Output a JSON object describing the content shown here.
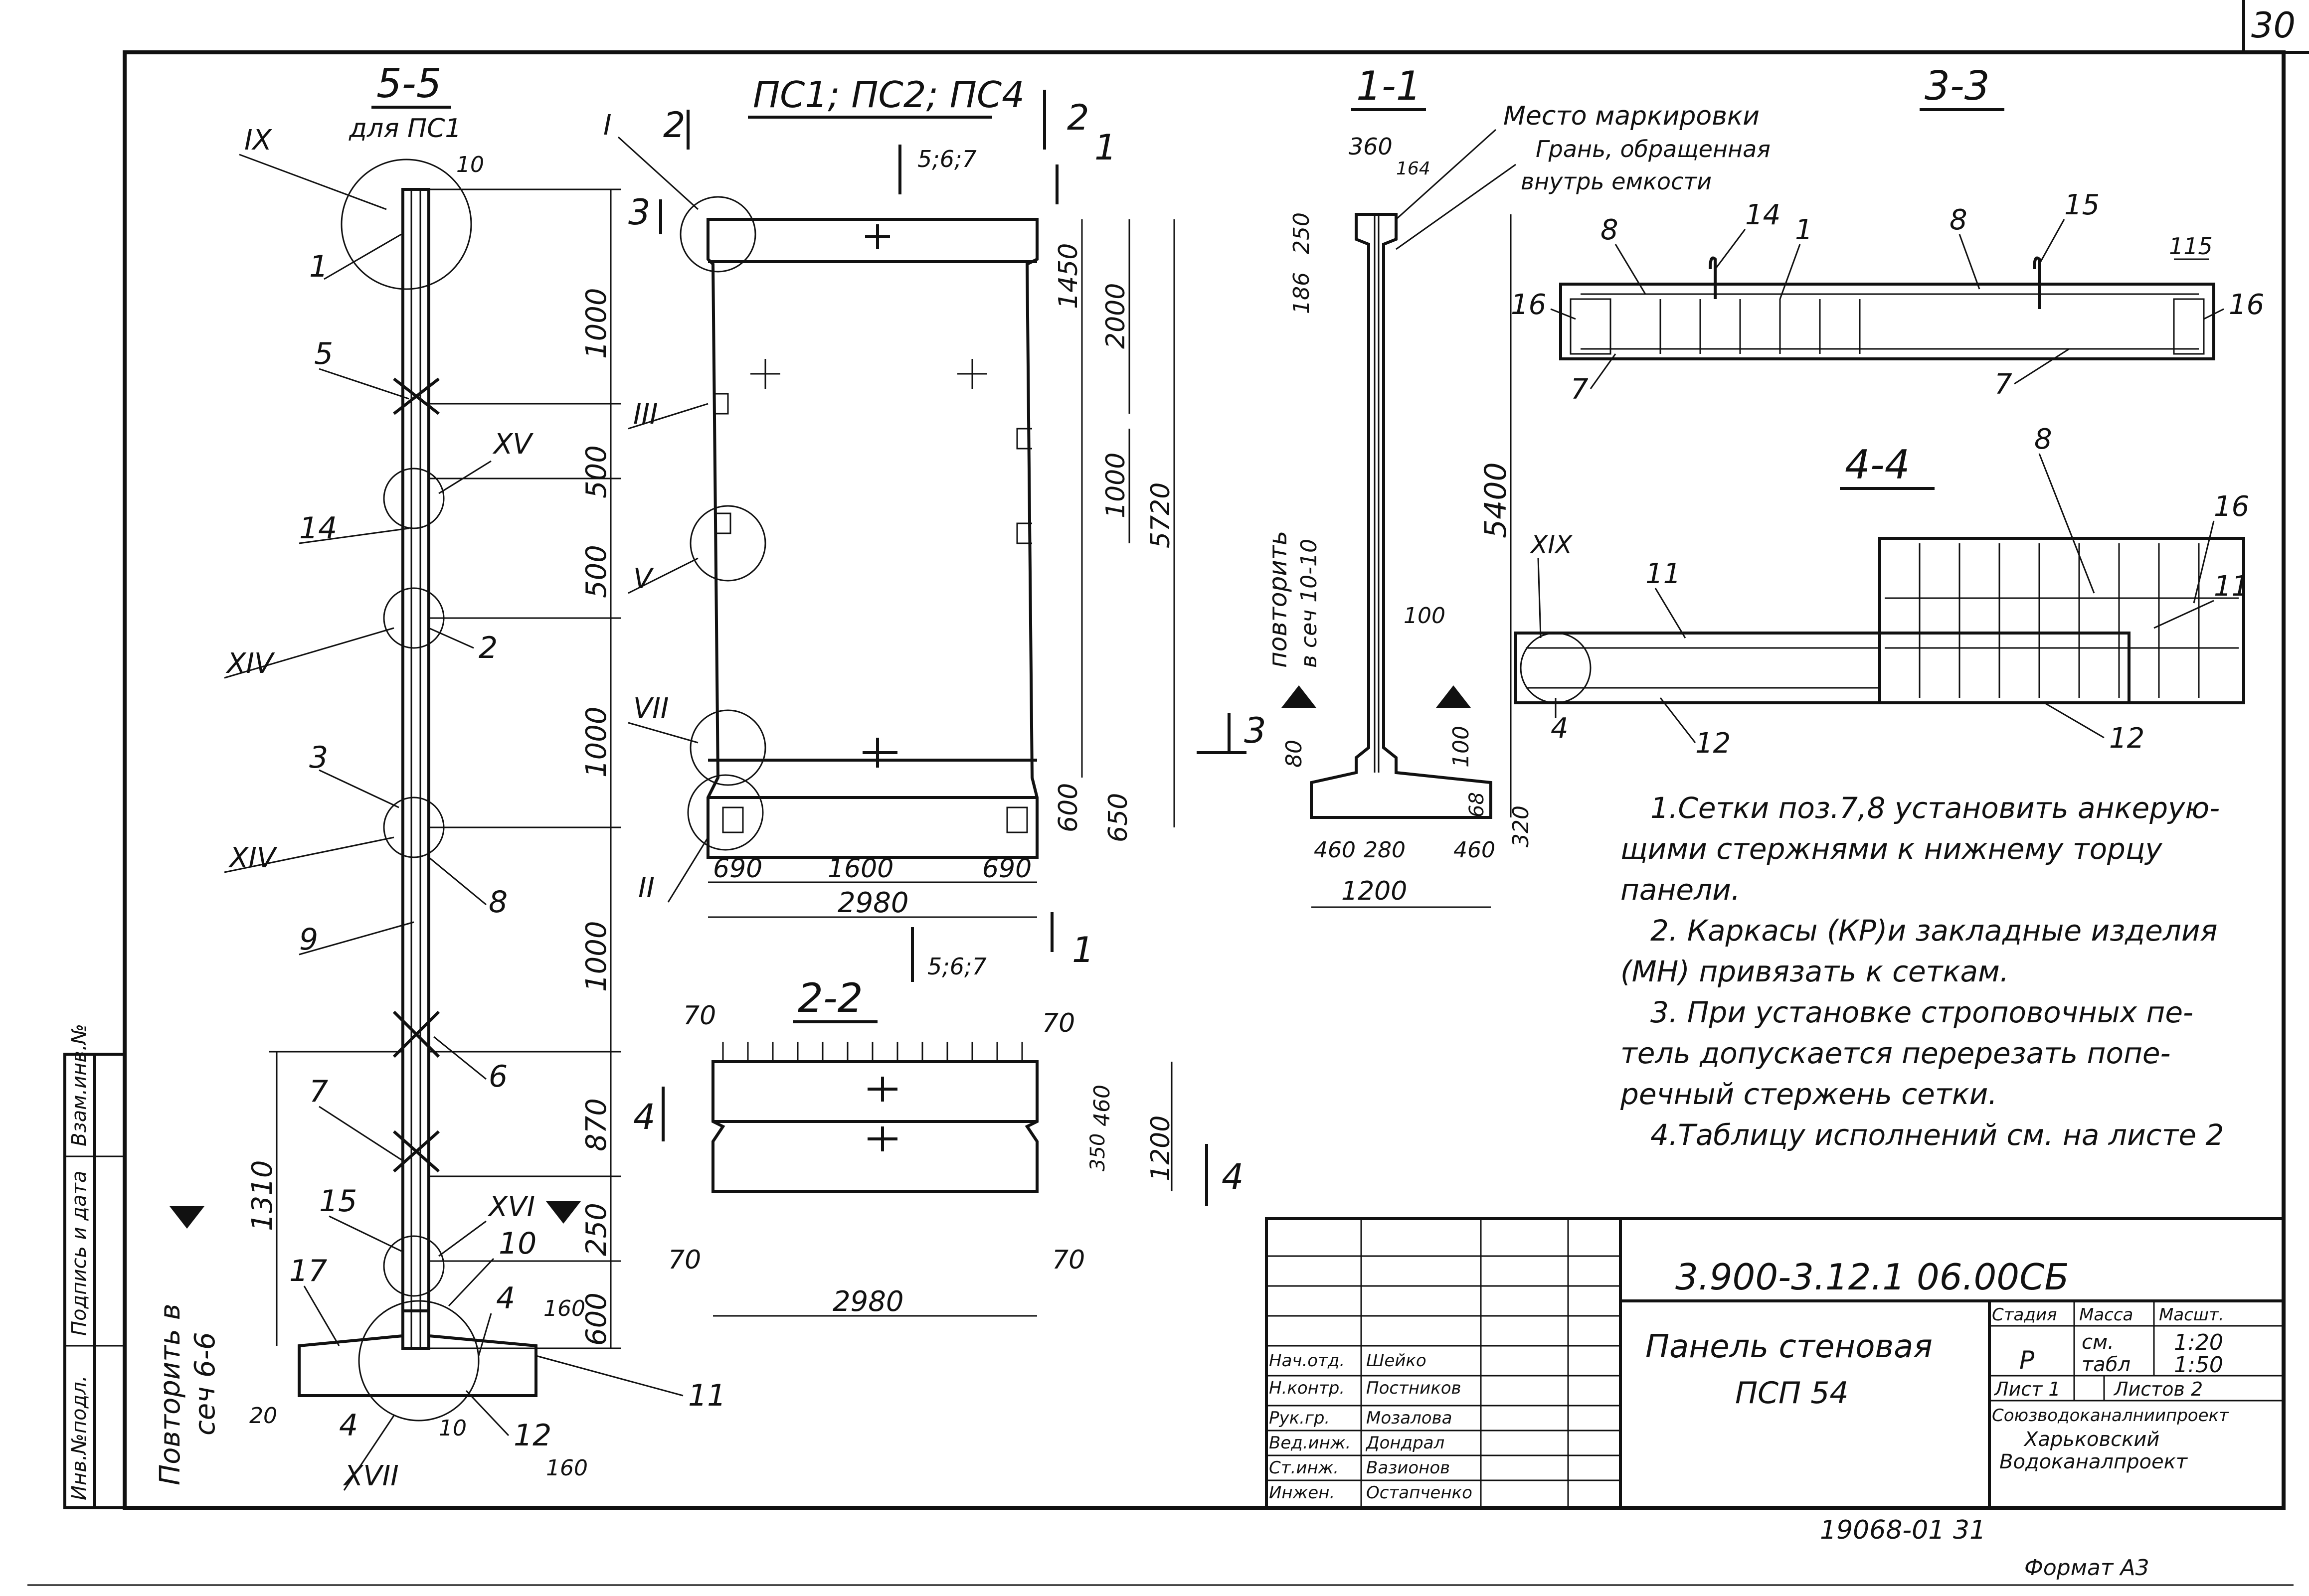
{
  "sheet": {
    "page_number": "30",
    "bottom_number": "19068-01  31",
    "format": "Формат А3"
  },
  "sections": {
    "s55": {
      "title": "5-5",
      "subtitle": "для ПС1"
    },
    "s_pc": {
      "title": "ПС1; ПС2; ПС4"
    },
    "s11": {
      "title": "1-1"
    },
    "s33": {
      "title": "3-3"
    },
    "s22": {
      "title": "2-2"
    },
    "s44": {
      "title": "4-4"
    }
  },
  "labels": {
    "place_marking": "Место маркировки",
    "face_1": "Грань, обращенная",
    "face_2": "внутрь емкости",
    "repeat_1010_a": "повторить",
    "repeat_1010_b": "в сеч 10-10",
    "repeat_66_a": "Повторить в",
    "repeat_66_b": "сеч 6-6",
    "cut_567a": "5;6;7",
    "cut_567b": "5;6;7"
  },
  "dims_55": [
    "1000",
    "500",
    "500",
    "1000",
    "1000",
    "870",
    "250",
    "600",
    "1310",
    "10",
    "160",
    "160",
    "20",
    "10"
  ],
  "dims_pc": [
    "1450",
    "2000",
    "1000",
    "5720",
    "600",
    "650",
    "690",
    "1600",
    "690",
    "2980"
  ],
  "dims_11": [
    "360",
    "164",
    "250",
    "186",
    "5400",
    "100",
    "80",
    "100",
    "68",
    "320",
    "460",
    "280",
    "460",
    "1200"
  ],
  "dims_22": [
    "70",
    "70",
    "70",
    "70",
    "460",
    "350",
    "1200",
    "2980"
  ],
  "dims_33": [
    "115"
  ],
  "roman": [
    "IX",
    "XV",
    "XIV",
    "XIV",
    "XVI",
    "XVII",
    "I",
    "III",
    "V",
    "VII",
    "II",
    "XIX"
  ],
  "positions": [
    "1",
    "5",
    "14",
    "2",
    "3",
    "8",
    "9",
    "7",
    "6",
    "15",
    "17",
    "10",
    "4",
    "11",
    "12",
    "4",
    "8",
    "14",
    "8",
    "15",
    "16",
    "16",
    "7",
    "7",
    "1",
    "8",
    "16",
    "11",
    "11",
    "12",
    "12",
    "4"
  ],
  "cut_marks": [
    "2",
    "2",
    "1",
    "1",
    "3",
    "3",
    "4",
    "4"
  ],
  "notes": [
    "1.Сетки поз.7,8 установить анкерую-",
    "щими стержнями к нижнему торцу",
    "панели.",
    "2. Каркасы (КР)и закладные изделия",
    "(МН) привязать к сеткам.",
    "3. При установке строповочных пе-",
    "тель допускается перерезать попе-",
    "речный стержень сетки.",
    "4.Таблицу исполнений см. на листе 2"
  ],
  "title_block": {
    "doc_code": "3.900-3.12.1  06.00СБ",
    "name_1": "Панель стеновая",
    "name_2": "ПСП 54",
    "stage_header": "Стадия",
    "mass_header": "Масса",
    "scale_header": "Масшт.",
    "stage": "Р",
    "mass_1": "см.",
    "mass_2": "табл",
    "scale_1": "1:20",
    "scale_2": "1:50",
    "sheet": "Лист 1",
    "sheets": "Листов 2",
    "org_1": "Союзводоканалниипроект",
    "org_2": "Харьковский",
    "org_3": "Водоканалпроект",
    "roles": [
      "Нач.отд.",
      "Н.контр.",
      "Рук.гр.",
      "Вед.инж.",
      "Ст.инж.",
      "Инжен."
    ],
    "names": [
      "Шейко",
      "Постников",
      "Мозалова",
      "Дондрал",
      "Вазионов",
      "Остапченко"
    ]
  },
  "side_strip": [
    "Инв.№подл.",
    "Подпись и дата",
    "Взам.инв.№"
  ]
}
